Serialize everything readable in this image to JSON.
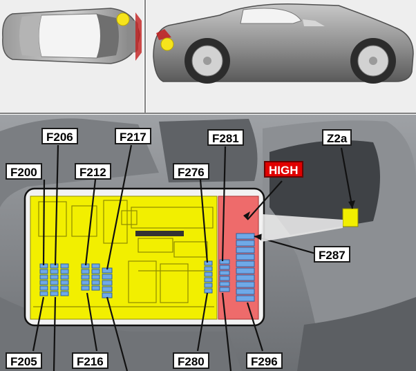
{
  "colors": {
    "zone_yellow": "#f2ef00",
    "zone_red": "#ee6b6b",
    "fuse_blue": "#6fa9e8",
    "locator_dot": "#f6e41c",
    "high_badge": "#e00000"
  },
  "labels": {
    "f200": "F200",
    "f205": "F205",
    "f206": "F206",
    "f212": "F212",
    "f216": "F216",
    "f217": "F217",
    "f276": "F276",
    "f280": "F280",
    "f281": "F281",
    "f287": "F287",
    "f296": "F296",
    "z2a": "Z2a",
    "high": "HIGH"
  }
}
